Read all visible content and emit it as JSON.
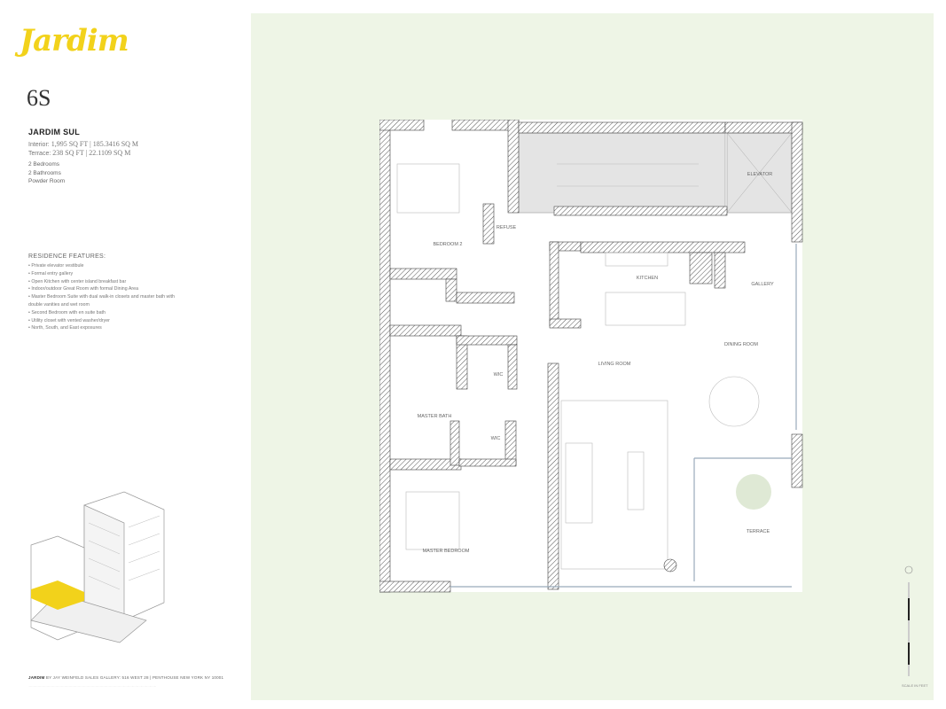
{
  "brand": {
    "logo_text": "Jardim",
    "logo_color": "#f2d21b"
  },
  "unit": {
    "number": "6S",
    "name": "JARDIM SUL",
    "interior_label": "Interior:",
    "interior_value": "1,995 SQ FT | 185.3416 SQ M",
    "terrace_label": "Terrace:",
    "terrace_value": "238 SQ FT | 22.1109 SQ M",
    "rooms": [
      "2 Bedrooms",
      "2 Bathrooms",
      "Powder Room"
    ]
  },
  "features": {
    "heading": "RESIDENCE FEATURES:",
    "items": [
      "Private elevator vestibule",
      "Formal entry gallery",
      "Open Kitchen with center island breakfast bar",
      "Indoor/outdoor Great Room with formal Dining Area",
      "Master Bedroom Suite with dual walk-in closets and master bath with double vanities and wet room",
      "Second Bedroom with en suite bath",
      "Utility closet with vented washer/dryer",
      "North, South, and East exposures"
    ]
  },
  "footer": {
    "brand": "JARDIM",
    "text": "BY JAY WEINFELD   SALES GALLERY: 516 WEST 28 | PENTHOUSE NEW YORK NY 10001"
  },
  "plan": {
    "rooms": {
      "bedroom2": "BEDROOM 2",
      "refuse": "REFUSE",
      "elevator": "ELEVATOR",
      "kitchen": "KITCHEN",
      "gallery": "GALLERY",
      "dining": "DINING ROOM",
      "living": "LIVING ROOM",
      "wic1": "WIC",
      "master_bath": "MASTER BATH",
      "wic2": "WIC",
      "master_bedroom": "MASTER BEDROOM",
      "terrace": "TERRACE"
    },
    "highlight_color": "#f2d21b",
    "background_color": "#eef5e6"
  },
  "scale": {
    "label": "SCALE IN FEET"
  }
}
